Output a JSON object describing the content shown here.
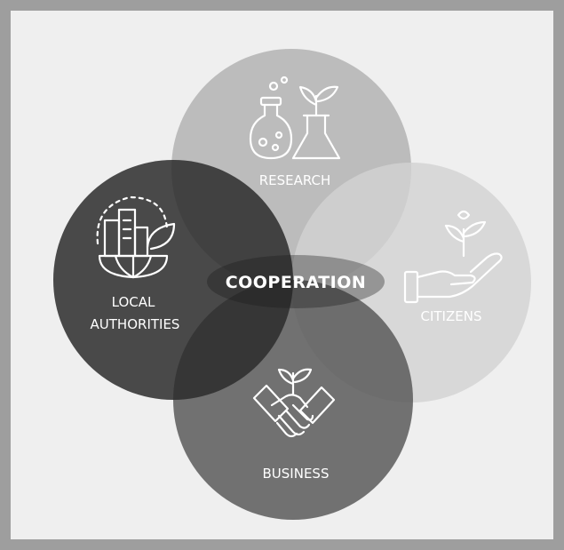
{
  "diagram": {
    "center_label": "COOPERATION",
    "nodes": [
      {
        "id": "research",
        "label_lines": [
          "RESEARCH"
        ],
        "icon": "flask-plant-icon",
        "color": "#b3b3b3"
      },
      {
        "id": "citizens",
        "label_lines": [
          "CITIZENS"
        ],
        "icon": "hand-plant-icon",
        "color": "#cfcfcf"
      },
      {
        "id": "business",
        "label_lines": [
          "BUSINESS"
        ],
        "icon": "handshake-plant-icon",
        "color": "#6e6e6e"
      },
      {
        "id": "local_authorities",
        "label_lines": [
          "LOCAL",
          "AUTHORITIES"
        ],
        "icon": "city-globe-leaf-icon",
        "color": "#3c3c3c"
      }
    ]
  }
}
